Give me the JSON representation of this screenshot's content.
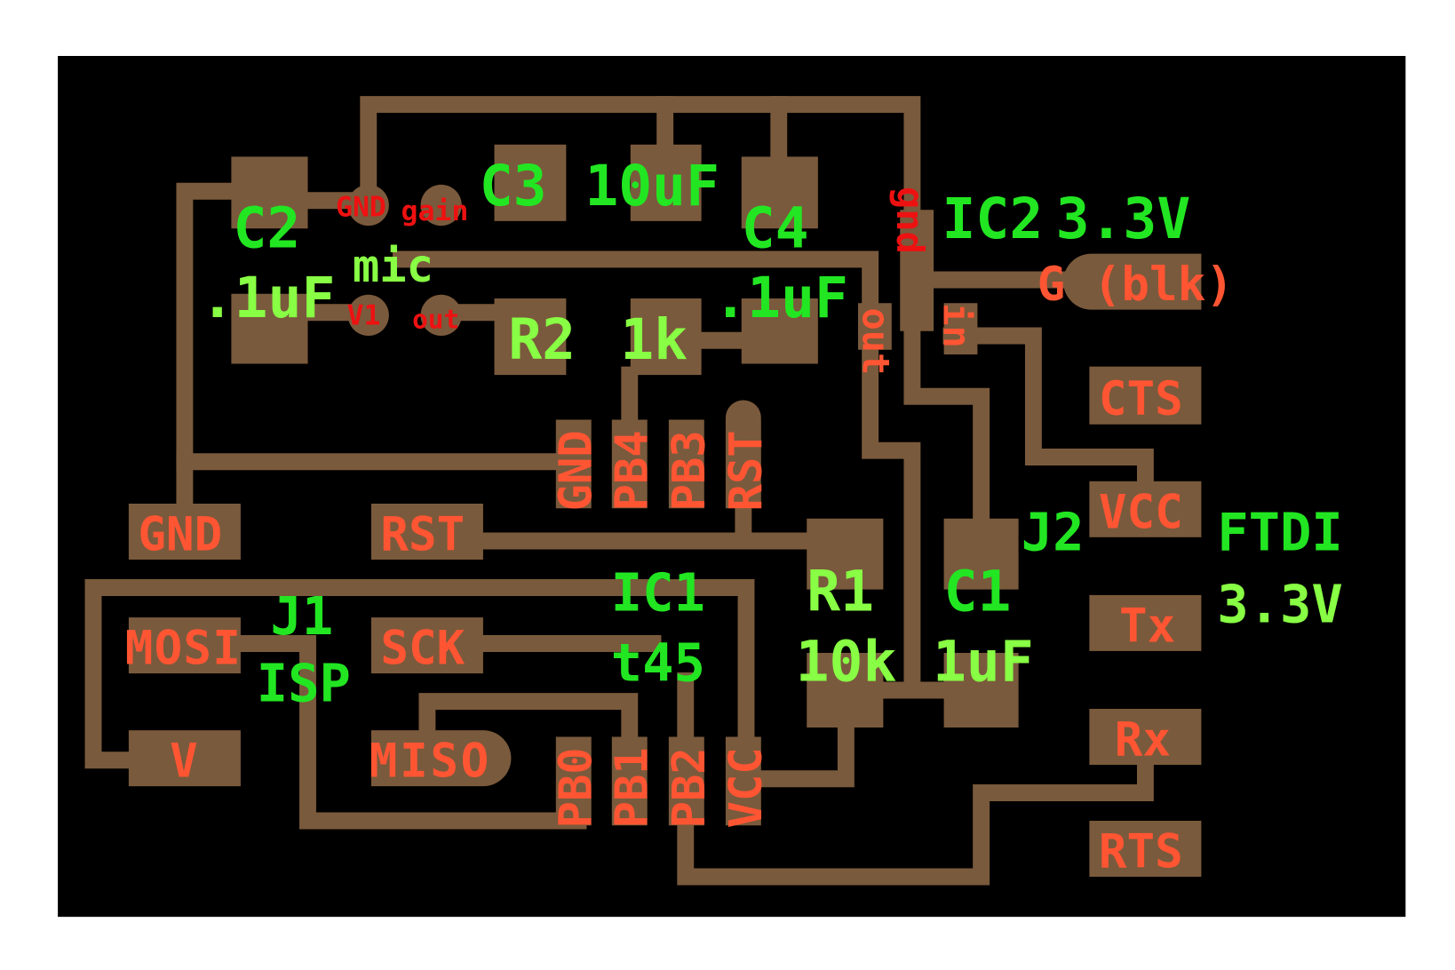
{
  "colors": {
    "board": "#000000",
    "copper": "#7a5a3c",
    "silk_green": "#22e622",
    "pad_label": "#ff5533"
  },
  "components": {
    "c2": {
      "ref": "C2",
      "value": ".1uF"
    },
    "c3": {
      "ref": "C3",
      "value": "10uF"
    },
    "c4": {
      "ref": "C4",
      "value": ".1uF"
    },
    "r2": {
      "ref": "R2",
      "value": "1k"
    },
    "r1": {
      "ref": "R1",
      "value": "10k"
    },
    "c1": {
      "ref": "C1",
      "value": "1uF"
    },
    "ic1": {
      "ref": "IC1",
      "value": "t45"
    },
    "ic2": {
      "ref": "IC2",
      "value": "3.3V"
    },
    "j1": {
      "ref": "J1",
      "value": "ISP"
    },
    "j2": {
      "ref": "J2",
      "value": "FTDI",
      "value2": "3.3V"
    },
    "mic": {
      "ref": "mic"
    }
  },
  "pads": {
    "mic_gnd": "GND",
    "mic_gain": "gain",
    "mic_v1": "V1",
    "mic_out": "out",
    "ic1_top": [
      "GND",
      "PB4",
      "PB3",
      "RST"
    ],
    "ic1_bottom": [
      "PB0",
      "PB1",
      "PB2",
      "VCC"
    ],
    "isp": [
      "GND",
      "RST",
      "MOSI",
      "SCK",
      "V",
      "MISO"
    ],
    "ftdi": [
      "G (blk)",
      "CTS",
      "VCC",
      "Tx",
      "Rx",
      "RTS"
    ],
    "ic2": [
      "gnd",
      "out",
      "in"
    ]
  }
}
